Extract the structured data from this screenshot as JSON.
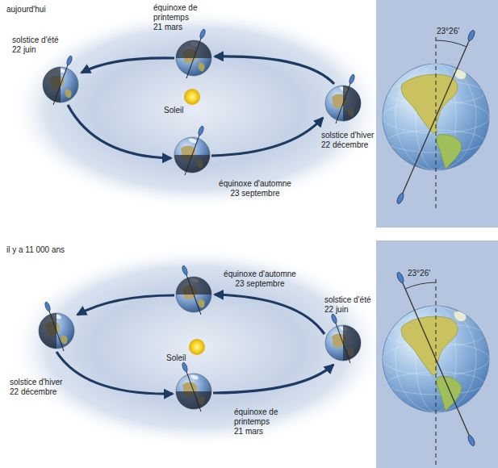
{
  "diagram": {
    "labels": [
      "aujourd'hui",
      "équinoxe de printemps 21 mars",
      "solstice d'été 22 juin",
      "23°26'",
      "Soleil",
      "solstice d'hiver 22 décembre",
      "équinoxe d'automne 23 septembre",
      "il y a 11 000 ans",
      "équinoxe d'automne 23 septembre",
      "23°26'",
      "solstice d'été 22 juin",
      "Soleil",
      "solstice d'hiver 22 décembre",
      "équinoxe de printemps 21 mars"
    ]
  }
}
